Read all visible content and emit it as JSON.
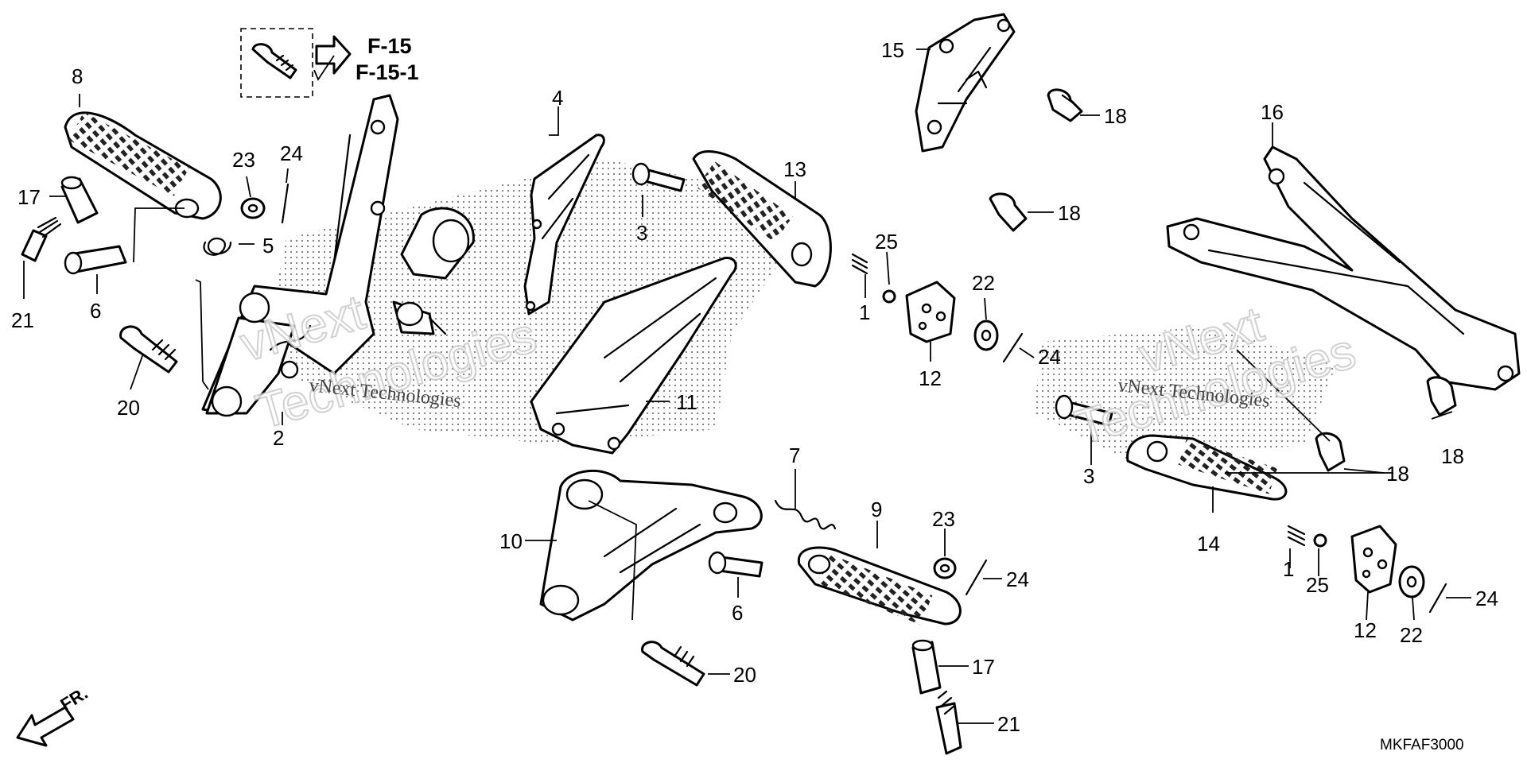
{
  "reference": {
    "primary": "F-15",
    "secondary": "F-15-1"
  },
  "diagram_code": "MKFAF3000",
  "front_marker": "FR.",
  "watermark": {
    "brand_line1": "vNext",
    "brand_line2": "Technologies",
    "tagline": "vNext Technologies"
  },
  "callouts": [
    {
      "id": "c8",
      "label": "8"
    },
    {
      "id": "c17a",
      "label": "17"
    },
    {
      "id": "c21a",
      "label": "21"
    },
    {
      "id": "c6a",
      "label": "6"
    },
    {
      "id": "c23a",
      "label": "23"
    },
    {
      "id": "c24a",
      "label": "24"
    },
    {
      "id": "c5",
      "label": "5"
    },
    {
      "id": "c20a",
      "label": "20"
    },
    {
      "id": "c2",
      "label": "2"
    },
    {
      "id": "c4",
      "label": "4"
    },
    {
      "id": "c3a",
      "label": "3"
    },
    {
      "id": "c13",
      "label": "13"
    },
    {
      "id": "c11",
      "label": "11"
    },
    {
      "id": "c25a",
      "label": "25"
    },
    {
      "id": "c1a",
      "label": "1"
    },
    {
      "id": "c12a",
      "label": "12"
    },
    {
      "id": "c22a",
      "label": "22"
    },
    {
      "id": "c24b",
      "label": "24"
    },
    {
      "id": "c15",
      "label": "15"
    },
    {
      "id": "c18a",
      "label": "18"
    },
    {
      "id": "c18b",
      "label": "18"
    },
    {
      "id": "c16",
      "label": "16"
    },
    {
      "id": "c18c",
      "label": "18"
    },
    {
      "id": "c18d",
      "label": "18"
    },
    {
      "id": "c3b",
      "label": "3"
    },
    {
      "id": "c14",
      "label": "14"
    },
    {
      "id": "c1b",
      "label": "1"
    },
    {
      "id": "c25b",
      "label": "25"
    },
    {
      "id": "c12b",
      "label": "12"
    },
    {
      "id": "c22b",
      "label": "22"
    },
    {
      "id": "c24c",
      "label": "24"
    },
    {
      "id": "c7",
      "label": "7"
    },
    {
      "id": "c10",
      "label": "10"
    },
    {
      "id": "c6b",
      "label": "6"
    },
    {
      "id": "c20b",
      "label": "20"
    },
    {
      "id": "c9",
      "label": "9"
    },
    {
      "id": "c23b",
      "label": "23"
    },
    {
      "id": "c24d",
      "label": "24"
    },
    {
      "id": "c17b",
      "label": "17"
    },
    {
      "id": "c21b",
      "label": "21"
    }
  ]
}
